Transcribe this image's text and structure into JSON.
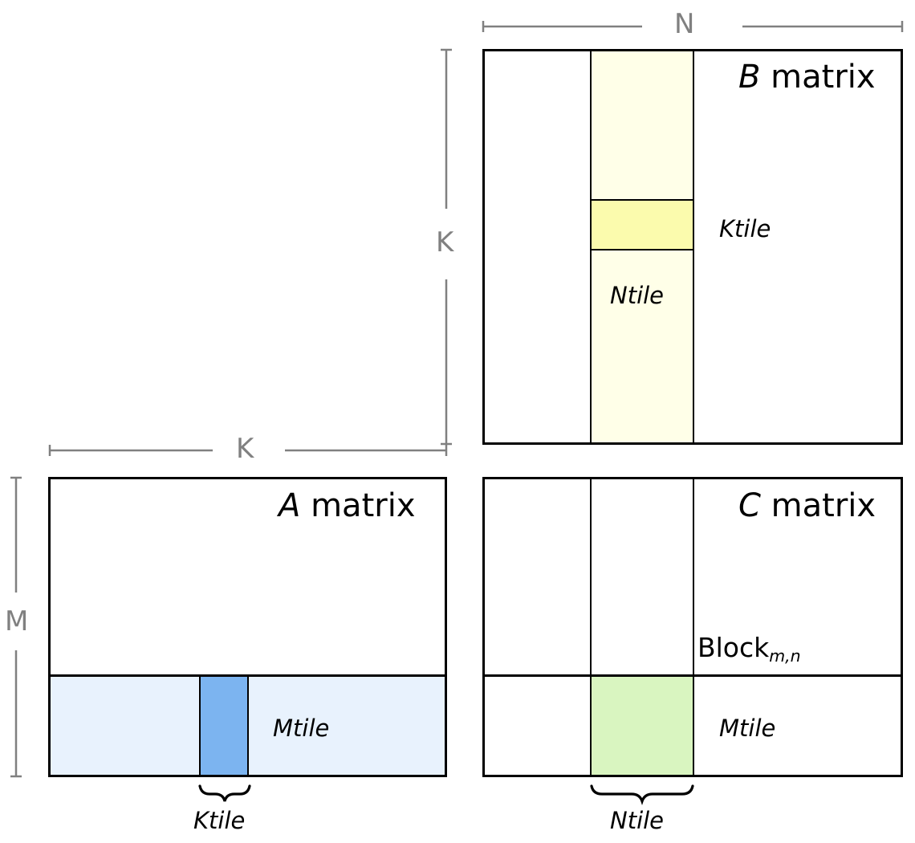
{
  "figure": {
    "kind": "matrix-multiplication-tiling-diagram",
    "dimensions": {
      "N": "N",
      "K_vertical": "K",
      "K_horizontal": "K",
      "M": "M"
    },
    "dim_color": "#808080",
    "matrices": [
      {
        "id": "B",
        "title_symbol": "B",
        "title_word": "matrix",
        "panel_fill": "#ffffff",
        "stripe_fill": "#ffffe8",
        "tile_fill": "#fbfbad",
        "tile_label_vertical": "Ktile",
        "tile_label_horizontal": "Ntile"
      },
      {
        "id": "A",
        "title_symbol": "A",
        "title_word": "matrix",
        "panel_fill": "#ffffff",
        "stripe_fill": "#e8f2fd",
        "tile_fill": "#7cb4f0",
        "tile_label_vertical": "Mtile",
        "tile_label_horizontal": "Ktile"
      },
      {
        "id": "C",
        "title_symbol": "C",
        "title_word": "matrix",
        "panel_fill": "#ffffff",
        "stripe_fill": "#ffffff",
        "tile_fill": "#d9f5c0",
        "tile_label_vertical": "Mtile",
        "tile_label_horizontal": "Ntile",
        "block_label_base": "Block",
        "block_label_sub": "m,n"
      }
    ]
  }
}
